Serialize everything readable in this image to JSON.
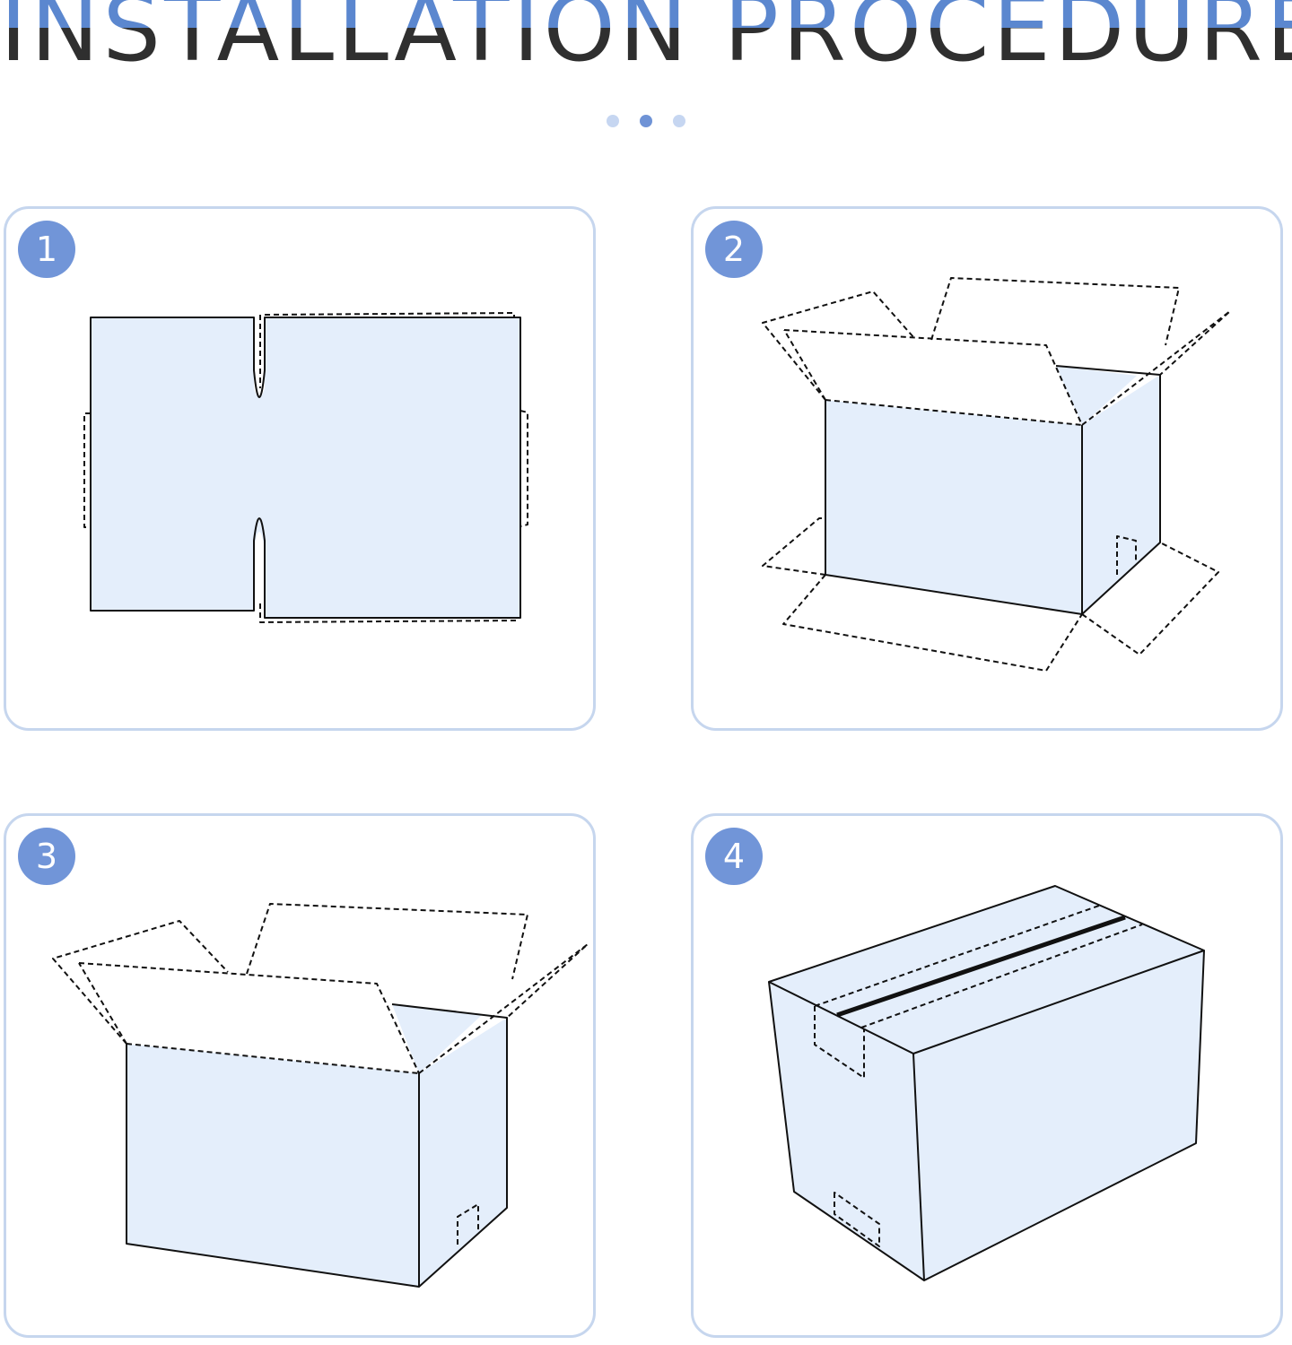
{
  "title": "INSTALLATION PROCEDURE",
  "pager": {
    "count": 3,
    "active_index": 1
  },
  "steps": [
    {
      "number": "1"
    },
    {
      "number": "2"
    },
    {
      "number": "3"
    },
    {
      "number": "4"
    }
  ],
  "colors": {
    "accent": "#7195d8",
    "panel_border": "#c6d6ee",
    "box_fill": "#e4eefb",
    "title_dark": "#2f2f2f",
    "title_blue": "#5b87cf"
  }
}
